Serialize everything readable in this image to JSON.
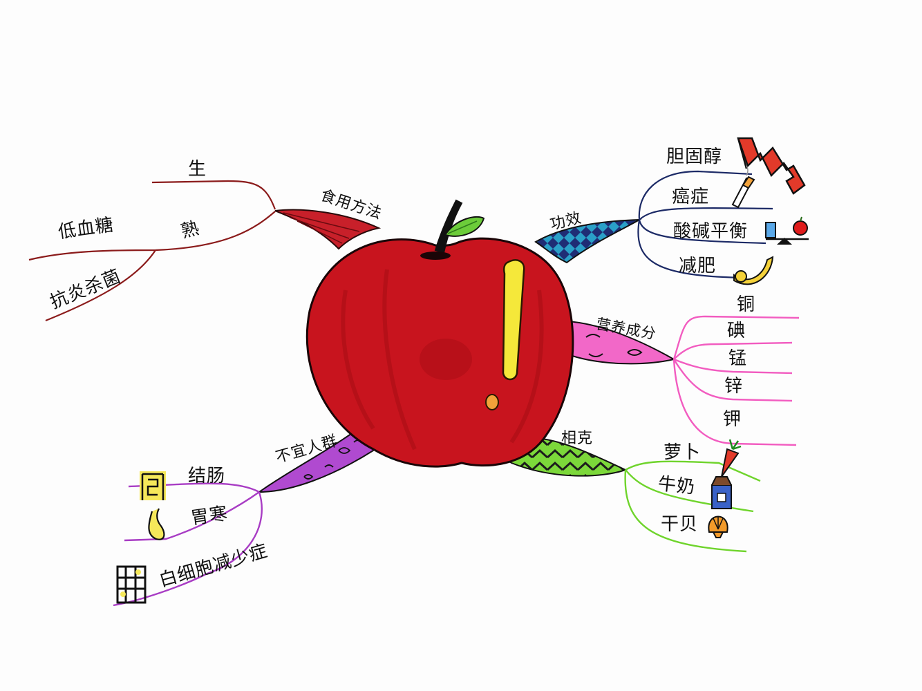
{
  "center": {
    "topic_icon": "apple-icon"
  },
  "branches": {
    "eating_method": {
      "label": "食用方法",
      "color": "#b0161c",
      "raw": {
        "label": "生"
      },
      "cooked": {
        "label": "熟",
        "children": [
          "低血糖",
          "抗炎杀菌"
        ]
      }
    },
    "effects": {
      "label": "功效",
      "color": "#1c2a66",
      "children": [
        "胆固醇",
        "癌症",
        "酸碱平衡",
        "减肥"
      ],
      "icons": [
        "down-arrow-icon",
        "cigarette-icon",
        "balance-scale-icon",
        "banana-icon"
      ]
    },
    "nutrients": {
      "label": "营养成分",
      "color": "#f25cc0",
      "children": [
        "铜",
        "碘",
        "锰",
        "锌",
        "钾"
      ]
    },
    "incompatible": {
      "label": "相克",
      "color": "#6fd42c",
      "children": [
        "萝卜",
        "牛奶",
        "干贝"
      ],
      "icons": [
        "carrot-icon",
        "milk-carton-icon",
        "scallop-icon"
      ]
    },
    "unsuitable_people": {
      "label": "不宜人群",
      "color": "#a83cc4",
      "children": [
        "结肠",
        "胃寒",
        "白细胞减少症"
      ],
      "icons": [
        "intestine-icon",
        "stomach-icon",
        "cells-icon"
      ]
    }
  }
}
